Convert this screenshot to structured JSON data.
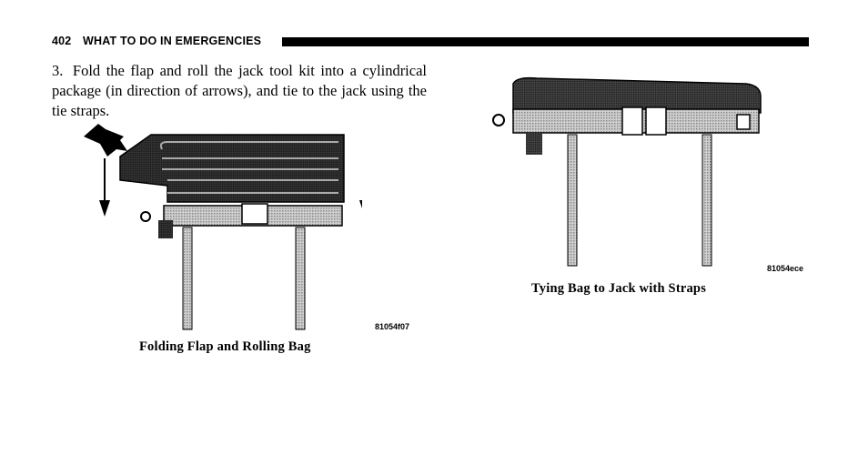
{
  "header": {
    "page_number": "402",
    "section_title": "WHAT TO DO IN EMERGENCIES"
  },
  "instruction": {
    "step_number": "3.",
    "text": "Fold the flap and roll the jack tool kit into a cylindrical package (in direction of arrows), and tie to the jack using the tie straps."
  },
  "figure_left": {
    "code": "81054f07",
    "caption": "Folding Flap and Rolling Bag"
  },
  "figure_right": {
    "code": "81054ece",
    "caption": "Tying Bag to Jack with Straps"
  }
}
